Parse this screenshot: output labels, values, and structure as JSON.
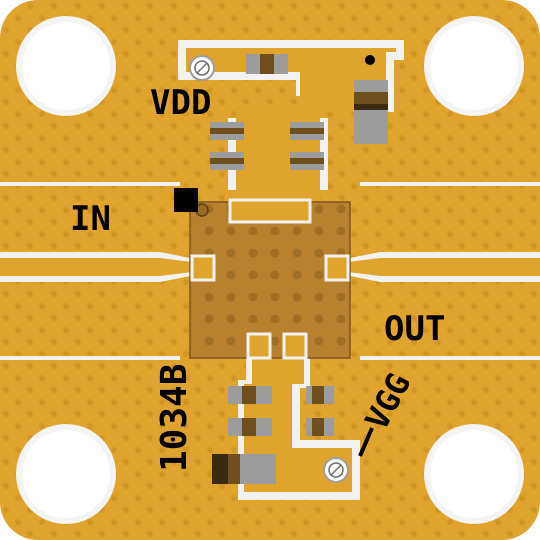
{
  "board": {
    "labels": {
      "vdd": "VDD",
      "input": "IN",
      "output": "OUT",
      "vgg": "VGG",
      "part_number": "1034B"
    },
    "colors": {
      "pad_gold": "#E0A42E",
      "trace_edge": "#F2F2F2",
      "via": "#B87F1A",
      "via_light": "#D4A650",
      "chip_body": "#B8812F",
      "chip_dot": "#9A6A22",
      "component_pad": "#9C9C9C",
      "component_body": "#6E4E1C",
      "silkscreen": "#000000",
      "background": "#FFFFFF"
    }
  }
}
